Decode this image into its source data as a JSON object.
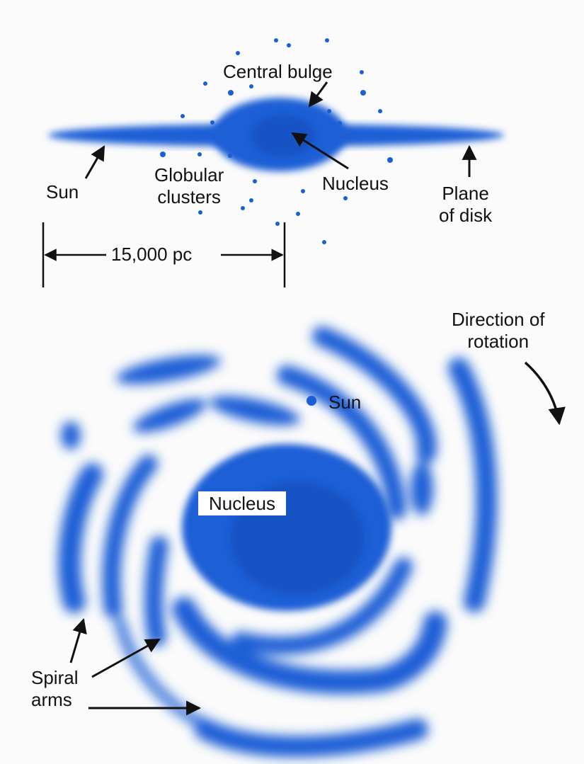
{
  "side_view": {
    "central_bulge": "Central bulge",
    "sun": "Sun",
    "globular_clusters": [
      "Globular",
      "clusters"
    ],
    "nucleus": "Nucleus",
    "plane_of_disk": [
      "Plane",
      "of disk"
    ],
    "scale": "15,000 pc"
  },
  "top_view": {
    "direction_of_rotation": [
      "Direction of",
      "rotation"
    ],
    "sun": "Sun",
    "nucleus": "Nucleus",
    "spiral_arms": [
      "Spiral",
      "arms"
    ]
  },
  "colors": {
    "galaxy_blue": "#1a5fd6",
    "background": "#fbfbfb",
    "text": "#111111"
  }
}
